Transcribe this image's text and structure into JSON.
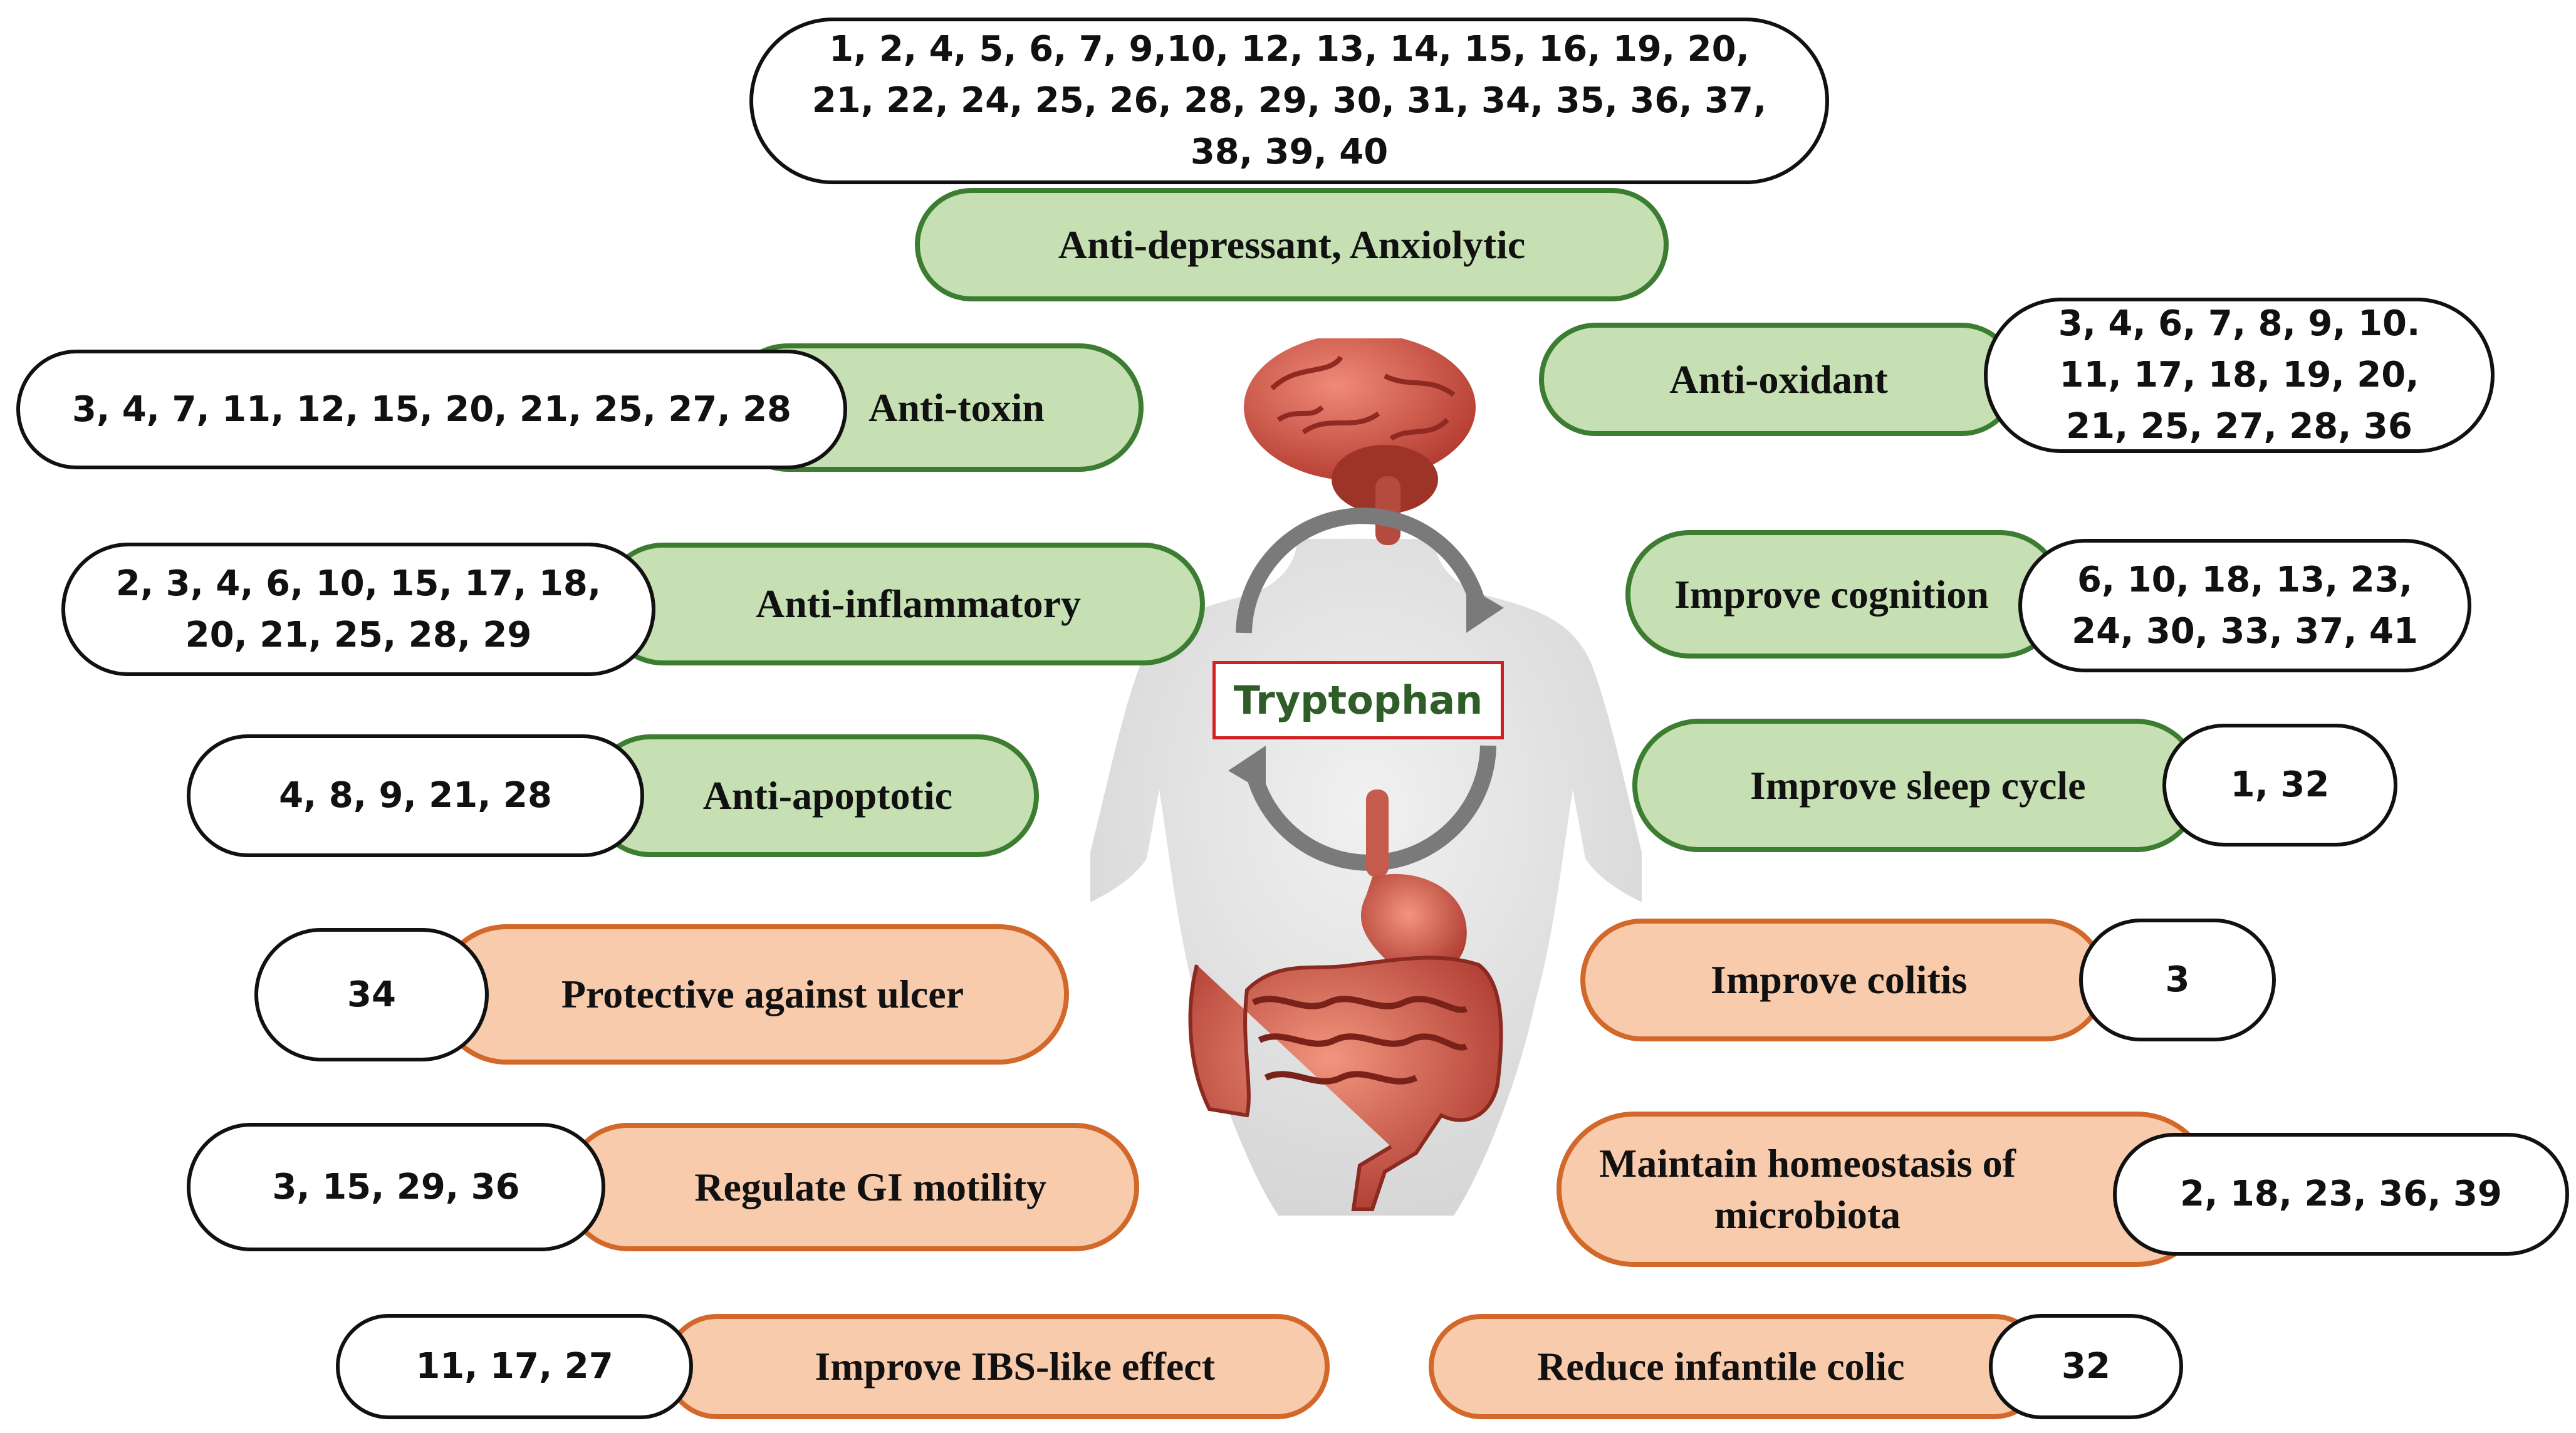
{
  "center": {
    "label": "Tryptophan"
  },
  "colors": {
    "brain_gut_axis_green": "#c6e0b4",
    "gut_orange": "#f8cbad",
    "center_label_border": "#d21f1f",
    "center_label_text": "#2e5d27"
  },
  "effects": [
    {
      "name": "Anti-depressant, Anxiolytic",
      "group": "brain",
      "refs": [
        "1, 2, 4, 5, 6, 7, 9,10, 12, 13, 14, 15, 16, 19, 20,",
        "21, 22, 24, 25, 26, 28, 29, 30, 31, 34, 35, 36, 37,",
        "38, 39, 40"
      ]
    },
    {
      "name": "Anti-toxin",
      "group": "brain",
      "refs": [
        "3, 4, 7, 11, 12, 15, 20, 21, 25, 27, 28"
      ]
    },
    {
      "name": "Anti-oxidant",
      "group": "brain",
      "refs": [
        "3, 4, 6, 7, 8, 9, 10.",
        "11, 17, 18, 19, 20,",
        "21, 25, 27, 28, 36"
      ]
    },
    {
      "name": "Anti-inflammatory",
      "group": "brain",
      "refs": [
        "2, 3, 4, 6, 10, 15, 17, 18,",
        "20, 21, 25, 28, 29"
      ]
    },
    {
      "name": "Improve cognition",
      "group": "brain",
      "refs": [
        "6, 10, 18, 13, 23,",
        "24, 30, 33, 37, 41"
      ]
    },
    {
      "name": "Anti-apoptotic",
      "group": "brain",
      "refs": [
        "4, 8, 9, 21, 28"
      ]
    },
    {
      "name": "Improve sleep cycle",
      "group": "brain",
      "refs": [
        "1, 32"
      ]
    },
    {
      "name": "Protective against ulcer",
      "group": "gut",
      "refs": [
        "34"
      ]
    },
    {
      "name": "Improve colitis",
      "group": "gut",
      "refs": [
        "3"
      ]
    },
    {
      "name": "Regulate GI motility",
      "group": "gut",
      "refs": [
        "3, 15, 29, 36"
      ]
    },
    {
      "name_lines": [
        "Maintain homeostasis of",
        "microbiota"
      ],
      "group": "gut",
      "refs": [
        "2, 18, 23, 36, 39"
      ]
    },
    {
      "name": "Improve IBS-like effect",
      "group": "gut",
      "refs": [
        "11, 17, 27"
      ]
    },
    {
      "name": "Reduce infantile colic",
      "group": "gut",
      "refs": [
        "32"
      ]
    }
  ]
}
